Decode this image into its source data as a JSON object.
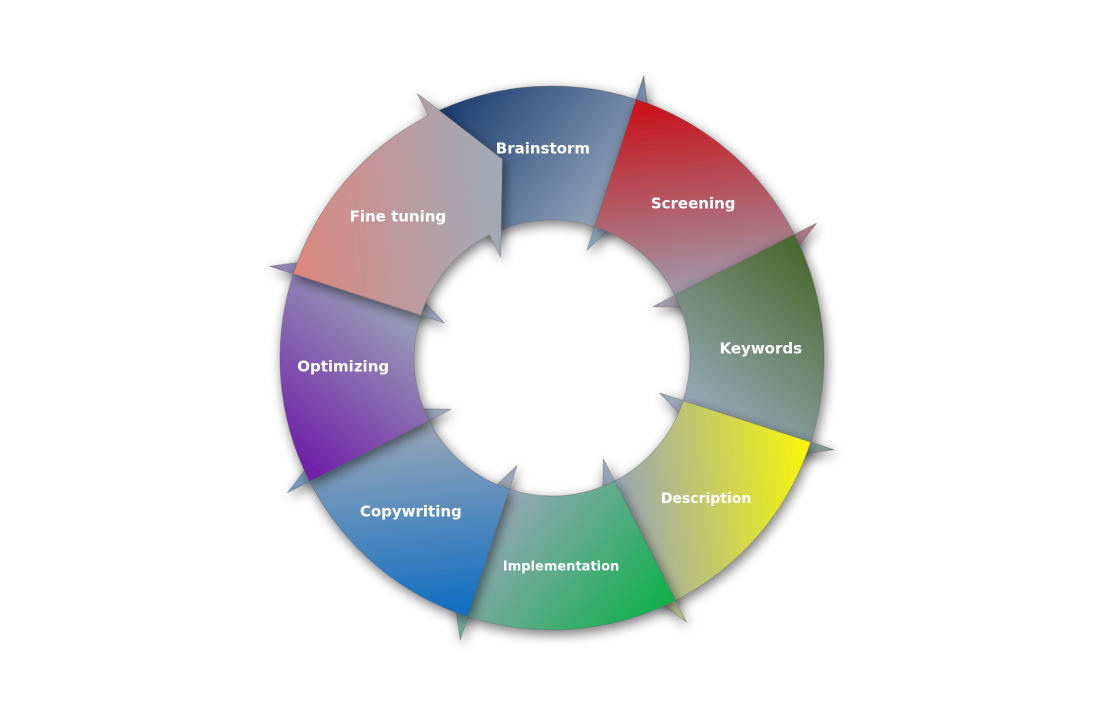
{
  "diagram": {
    "type": "cycle",
    "steps": [
      {
        "label": "Brainstorm",
        "color_dark": "#1f3f73",
        "color_light": "#8fa3b8"
      },
      {
        "label": "Screening",
        "color_dark": "#c8141c",
        "color_light": "#a09aaa"
      },
      {
        "label": "Keywords",
        "color_dark": "#4a6a30",
        "color_light": "#98a8b8"
      },
      {
        "label": "Description",
        "color_dark": "#f5f40e",
        "color_light": "#98a4b6"
      },
      {
        "label": "Implementation",
        "color_dark": "#12b04e",
        "color_light": "#98a7b8"
      },
      {
        "label": "Copywriting",
        "color_dark": "#136fc2",
        "color_light": "#98a6b8"
      },
      {
        "label": "Optimizing",
        "color_dark": "#7020a8",
        "color_light": "#9aa4b8"
      },
      {
        "label": "Fine tuning",
        "color_dark": "#da8880",
        "color_light": "#a4a8b4"
      }
    ]
  }
}
